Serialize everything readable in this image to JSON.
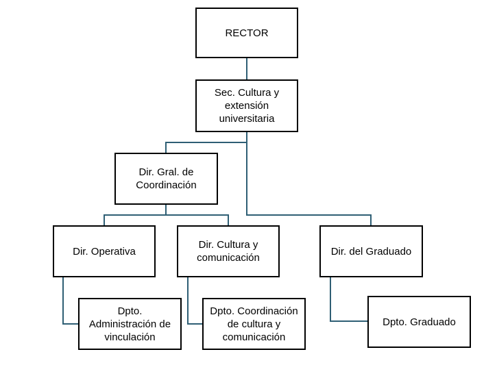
{
  "colors": {
    "connector": "#2e5e74",
    "box_border": "#000000"
  },
  "nodes": {
    "rector": "RECTOR",
    "sec_cultura": "Sec. Cultura y\nextensión\nuniversitaria",
    "dir_gral": "Dir. Gral. de\nCoordinación",
    "dir_operativa": "Dir. Operativa",
    "dir_cultura": "Dir. Cultura y\ncomunicación",
    "dir_graduado": "Dir. del Graduado",
    "dpto_admin": "Dpto.\nAdministración de\nvinculación",
    "dpto_coord": "Dpto. Coordinación\nde cultura y\ncomunicación",
    "dpto_graduado": "Dpto. Graduado"
  }
}
